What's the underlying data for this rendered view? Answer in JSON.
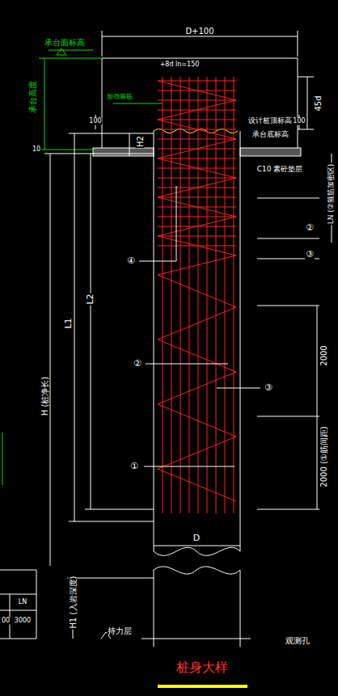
{
  "diagram": {
    "title": "桩身大样",
    "labels": [
      "D+100",
      "承台面标高",
      "承台高度",
      "+8d ln=150",
      "加劲箍筋",
      "100",
      "100",
      "H2",
      "设计桩顶标高",
      "承台底标高",
      "C10 素砼垫层",
      "45d",
      "10",
      "L1",
      "L2",
      "H (桩净长)",
      "④",
      "②",
      "③",
      "①",
      "②",
      "③",
      "2000",
      "2000 (①筋间距)",
      "LN (②箍筋加密区)",
      "D",
      "H1 (入岩深度)",
      "持力层",
      "观测孔",
      "LN",
      "00",
      "3000"
    ]
  }
}
